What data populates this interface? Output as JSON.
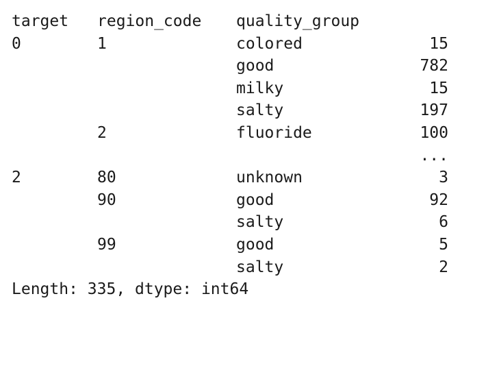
{
  "header": {
    "target": "target",
    "region_code": "region_code",
    "quality_group": "quality_group"
  },
  "rows": [
    {
      "target": "0",
      "region_code": "1",
      "quality_group": "colored",
      "count": "15"
    },
    {
      "target": "",
      "region_code": "",
      "quality_group": "good",
      "count": "782"
    },
    {
      "target": "",
      "region_code": "",
      "quality_group": "milky",
      "count": "15"
    },
    {
      "target": "",
      "region_code": "",
      "quality_group": "salty",
      "count": "197"
    },
    {
      "target": "",
      "region_code": "2",
      "quality_group": "fluoride",
      "count": "100"
    },
    {
      "target": "",
      "region_code": "",
      "quality_group": "",
      "count": "..."
    },
    {
      "target": "2",
      "region_code": "80",
      "quality_group": "unknown",
      "count": "3"
    },
    {
      "target": "",
      "region_code": "90",
      "quality_group": "good",
      "count": "92"
    },
    {
      "target": "",
      "region_code": "",
      "quality_group": "salty",
      "count": "6"
    },
    {
      "target": "",
      "region_code": "99",
      "quality_group": "good",
      "count": "5"
    },
    {
      "target": "",
      "region_code": "",
      "quality_group": "salty",
      "count": "2"
    }
  ],
  "footer": "Length: 335, dtype: int64"
}
